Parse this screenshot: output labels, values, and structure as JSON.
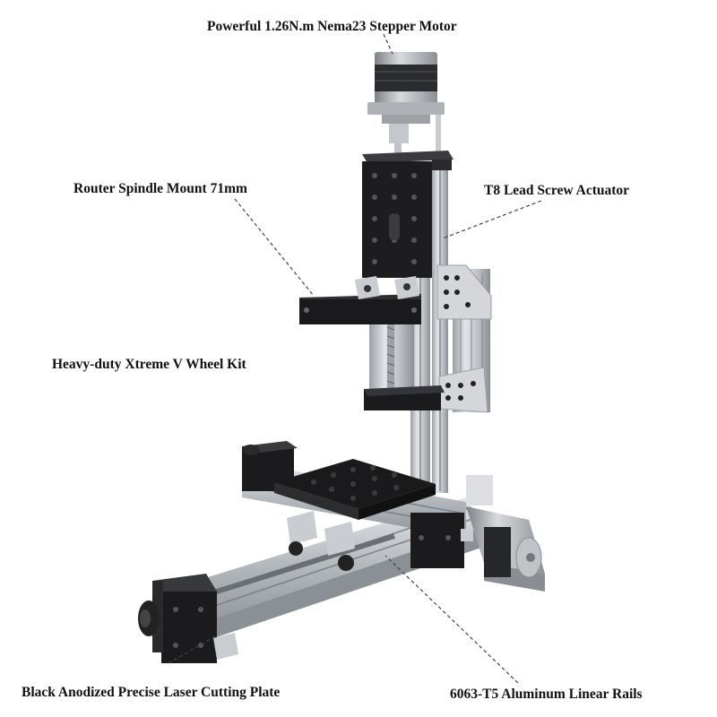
{
  "labels": {
    "motor": "Powerful 1.26N.m Nema23 Stepper Motor",
    "spindle_mount": "Router Spindle Mount 71mm",
    "lead_screw": "T8 Lead Screw Actuator",
    "v_wheel": "Heavy-duty Xtreme V Wheel Kit",
    "cutting_plate": "Black Anodized Precise Laser Cutting Plate",
    "linear_rails": "6063-T5 Aluminum Linear Rails"
  },
  "colors": {
    "aluminum": "#c9ccd0",
    "aluminum_dark": "#8f959b",
    "anodized_black": "#1b1b1d",
    "motor_silver": "#b9bcc0",
    "leader_line": "#444444"
  }
}
